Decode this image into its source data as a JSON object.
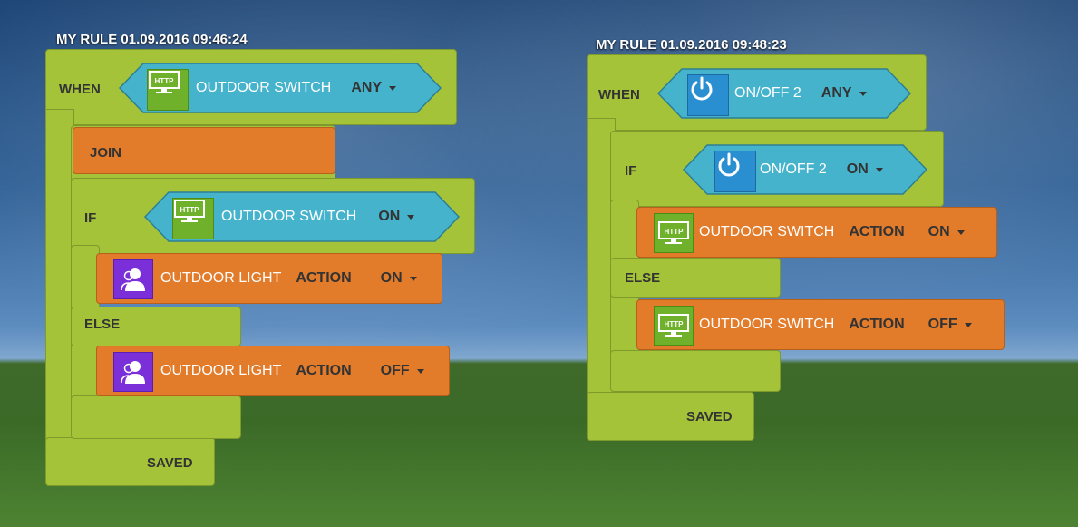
{
  "rule1": {
    "title": "MY RULE 01.09.2016 09:46:24",
    "when_label": "WHEN",
    "when_device": "OUTDOOR SWITCH",
    "when_state": "ANY",
    "join_label": "JOIN",
    "if_label": "IF",
    "if_device": "OUTDOOR SWITCH",
    "if_state": "ON",
    "then_device": "OUTDOOR LIGHT",
    "then_action": "ACTION",
    "then_state": "ON",
    "else_label": "ELSE",
    "else_device": "OUTDOOR LIGHT",
    "else_action": "ACTION",
    "else_state": "OFF",
    "saved_label": "SAVED"
  },
  "rule2": {
    "title": "MY RULE 01.09.2016 09:48:23",
    "when_label": "WHEN",
    "when_device": "ON/OFF 2",
    "when_state": "ANY",
    "if_label": "IF",
    "if_device": "ON/OFF 2",
    "if_state": "ON",
    "then_device": "OUTDOOR SWITCH",
    "then_action": "ACTION",
    "then_state": "ON",
    "else_label": "ELSE",
    "else_device": "OUTDOOR SWITCH",
    "else_action": "ACTION",
    "else_state": "OFF",
    "saved_label": "SAVED"
  },
  "icons": {
    "http": "http-monitor-icon",
    "power": "power-icon",
    "person": "person-icon",
    "http_text": "HTTP"
  },
  "colors": {
    "green_block": "#a4c339",
    "orange_block": "#e27b2a",
    "blue_block": "#46b3cc",
    "http_icon": "#6fb12b",
    "power_icon": "#2a8fd0",
    "person_icon": "#7a2fd8"
  }
}
